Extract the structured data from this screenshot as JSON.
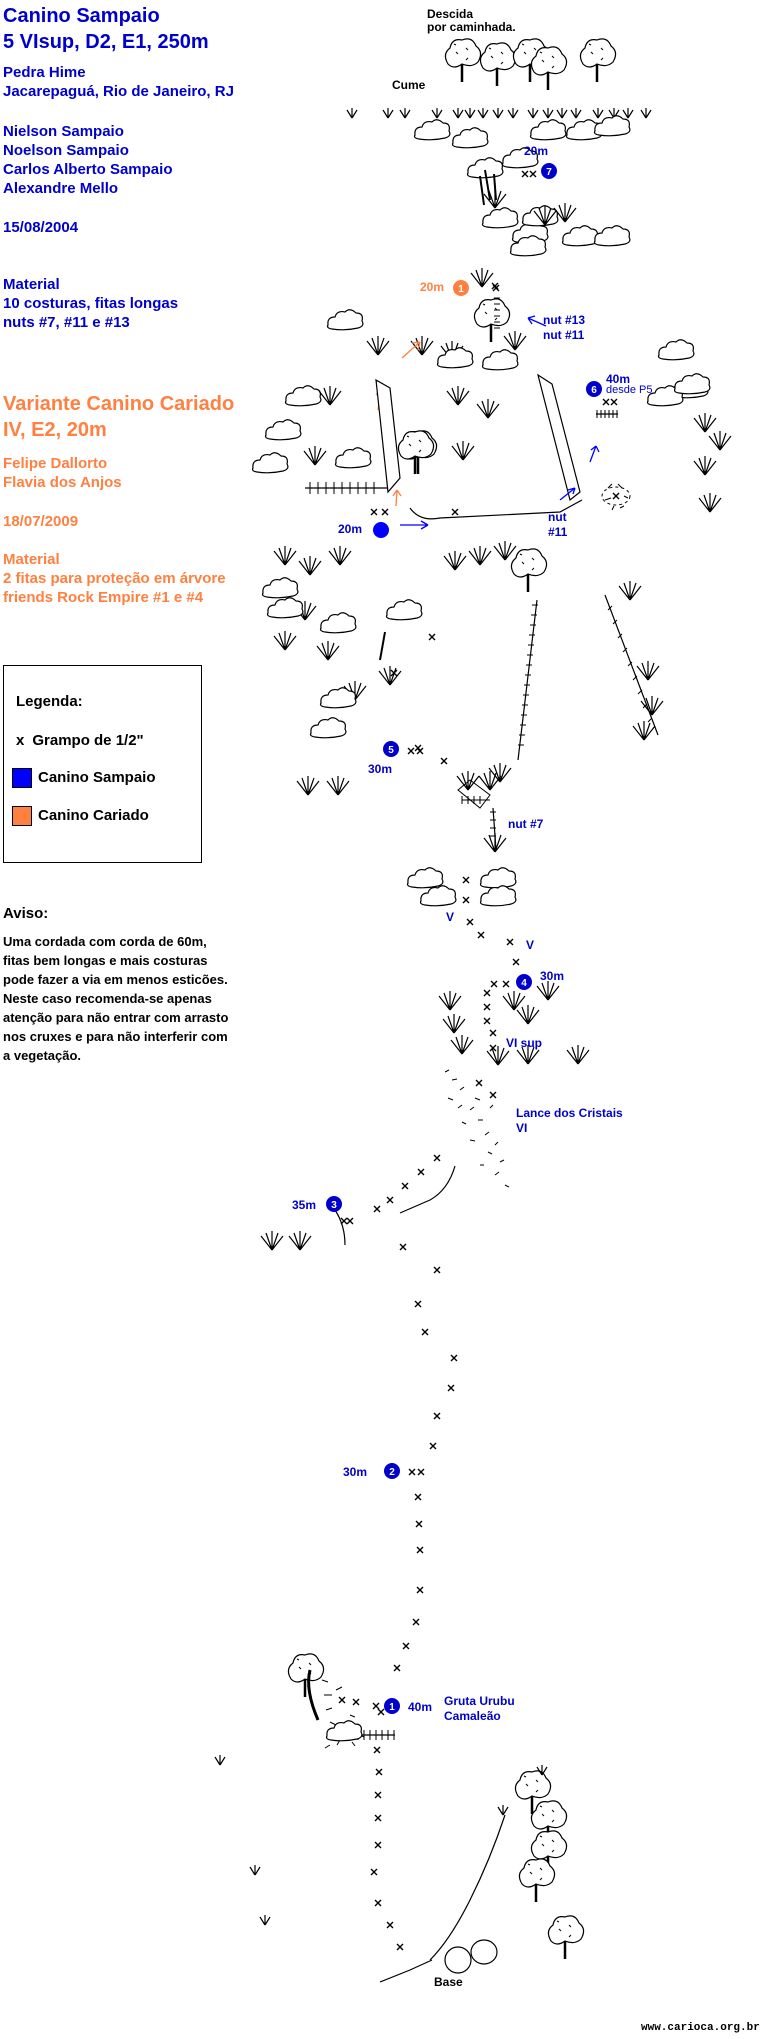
{
  "header": {
    "route_name": "Canino Sampaio",
    "route_grade": "5 VIsup, D2, E1, 250m",
    "location_1": "Pedra Hime",
    "location_2": "Jacarepaguá, Rio de Janeiro, RJ",
    "climbers": [
      "Nielson Sampaio",
      "Noelson Sampaio",
      "Carlos Alberto Sampaio",
      "Alexandre Mello"
    ],
    "date": "15/08/2004",
    "material_title": "Material",
    "material_lines": [
      "10 costuras, fitas longas",
      "nuts #7, #11 e #13"
    ]
  },
  "variant": {
    "name": "Variante Canino Cariado",
    "grade": "IV, E2, 20m",
    "climbers": [
      "Felipe Dallorto",
      "Flavia dos Anjos"
    ],
    "date": "18/07/2009",
    "material_title": "Material",
    "material_lines": [
      "2 fitas para proteção em árvore",
      "friends Rock Empire #1 e #4"
    ]
  },
  "legend": {
    "title": "Legenda:",
    "bolt_symbol": "x",
    "bolt_label": "Grampo de 1/2\"",
    "main_label": "Canino Sampaio",
    "variant_label": "Canino Cariado",
    "main_color": "#0000ff",
    "variant_color": "#ff8040"
  },
  "notice": {
    "title": "Aviso:",
    "lines": [
      "Uma cordada com corda de 60m,",
      "fitas bem longas e mais costuras",
      "pode fazer a via em menos esticões.",
      "Neste caso recomenda-se apenas",
      "atenção para não entrar com arrasto",
      "nos cruxes e para não interferir com",
      "a vegetação."
    ]
  },
  "topo": {
    "top_descent": [
      "Descida",
      "por caminhada."
    ],
    "summit": "Cume",
    "base": "Base",
    "cave": [
      "Gruta Urubu",
      "Camaleão"
    ],
    "crystals": [
      "Lance dos Cristais",
      "VI"
    ],
    "pitches": [
      {
        "num": "1",
        "length": "40m"
      },
      {
        "num": "2",
        "length": "30m"
      },
      {
        "num": "3",
        "length": "35m"
      },
      {
        "num": "4",
        "length": "30m"
      },
      {
        "num": "5",
        "length": "30m"
      },
      {
        "num": "6",
        "length": "40m",
        "note": "desde P5"
      },
      {
        "num": "7",
        "length": "20m"
      }
    ],
    "variant_pitch": {
      "num": "1",
      "length": "20m"
    },
    "belay_20m": "20m",
    "grades": [
      "V",
      "V",
      "VI sup"
    ],
    "nuts": [
      "nut #13",
      "nut #11",
      "nut",
      "#11",
      "nut #7"
    ],
    "footer_url": "www.carioca.org.br"
  }
}
